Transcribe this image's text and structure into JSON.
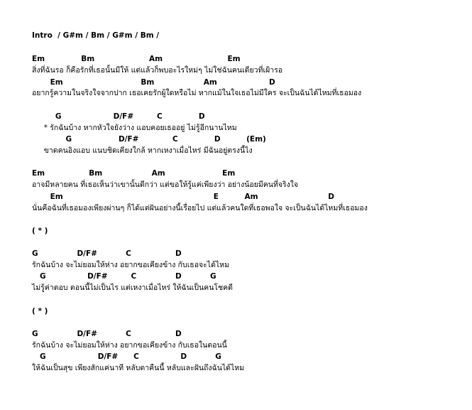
{
  "intro": "Intro  / G#m / Bm / G#m / Bm /",
  "verse1": [
    {
      "chords": "Em              Bm                     Am                         Em",
      "lyric": "สิ่งที่ฉันรอ ก็คือรักที่เธอนั้นมีให้ แต่แล้วก็พบอะไรใหม่ๆ ไม่ใช่ฉันคนเดียวที่เฝ้ารอ"
    },
    {
      "chords": "       Em                              Bm                   Am                    D",
      "lyric": "อยากรู้ความในจริงใจจากปาก เธอเคยรักผู้ใดหรือไม่ หากแม้ในใจเธอไม่มีใคร จะเป็นฉันได้ไหมที่เธอมอง"
    }
  ],
  "chorus1": [
    {
      "chords": "         G                    D/F#         C              D",
      "lyric": "     * รักฉันบ้าง หากหัวใจยังว่าง แอบคอยเธออยู่ ไม่รู้อีกนานไหม"
    },
    {
      "chords": "             G                  D/F#             C              D          (Em)",
      "lyric": "     ขาดคนอิงแอบ แนบชิดเคียงใกล้ หากเหงาเมื่อไหร่ มีฉันอยู่ตรงนี้ไง"
    }
  ],
  "verse2": [
    {
      "chords": "Em                 Bm                   Am                      Em",
      "lyric": "อาจมีหลายคน ที่เธอเห็นว่าเขานั้นดีกว่า แต่ขอให้รู้แค่เพียงว่า อย่างน้อยมีคนที่จริงใจ"
    },
    {
      "chords": "       Em                                                          E          Am                           D",
      "lyric": "นั่นคือฉันที่เธอมองเพียงผ่านๆ ก็ได้แต่ฝันอย่างนี้เรื่อยไป แต่แล้วคนใดที่เธอพอใจ จะเป็นฉันได้ไหมที่เธอมอง"
    }
  ],
  "ref1": "( * )",
  "bridge1": [
    {
      "chords": "G               D/F#           C                 D",
      "lyric": "รักฉันบ้าง จะไม่ยอมให้ห่าง อยากขอเคียงข้าง กับเธอจะได้ไหม"
    },
    {
      "chords": "   G                D/F#         C               D           G",
      "lyric": "ไม่รู้ค่าตอบ ตอนนี้ไม่เป็นไร แต่เหงาเมื่อไหร่ ให้ฉันเป็นคนโชคดี"
    }
  ],
  "ref2": "( * )",
  "bridge2": [
    {
      "chords": "G               D/F#           C                 D",
      "lyric": "รักฉันบ้าง จะไม่ยอมให้ห่าง อยากขอเคียงข้าง กับเธอในตอนนี้"
    },
    {
      "chords": "   G                    D/F#      C                D           G",
      "lyric": "ให้ฉันเป็นสุข เพียงสักแค่นาที หลับตาคืนนี้ หลับและฝันถึงฉันได้ไหม"
    }
  ]
}
